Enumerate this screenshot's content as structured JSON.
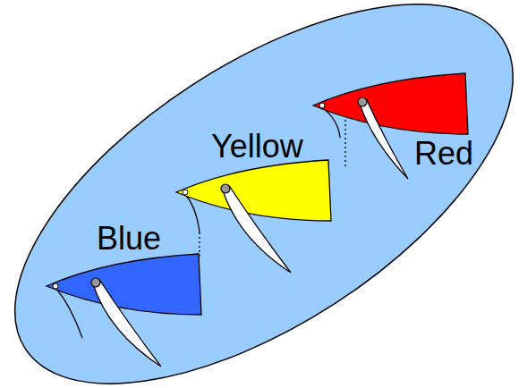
{
  "diagram": {
    "labels": [
      "Red",
      "Yellow",
      "Blue"
    ]
  }
}
